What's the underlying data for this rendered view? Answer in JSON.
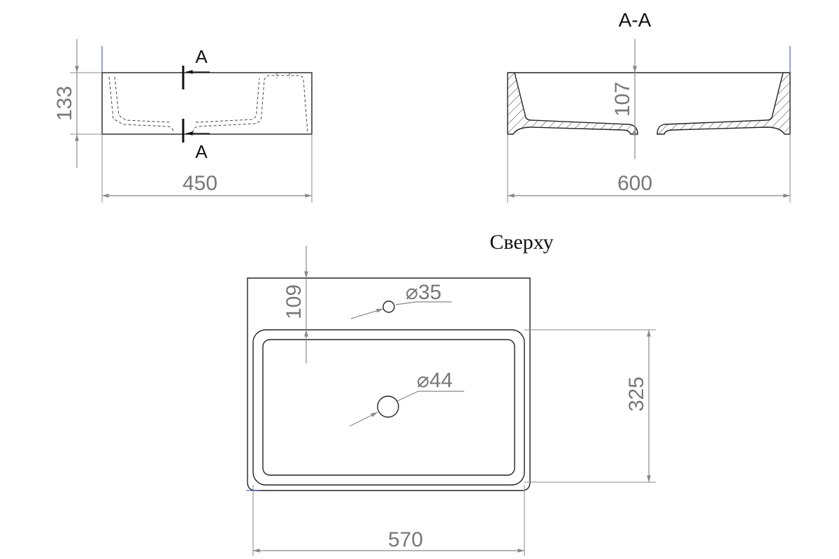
{
  "side_view": {
    "height_label": "133",
    "width_label": "450",
    "section_mark_top": "A",
    "section_mark_bottom": "A"
  },
  "section_view": {
    "title": "A-A",
    "depth_label": "107",
    "width_label": "600"
  },
  "top_view": {
    "title": "Сверху",
    "offset_label": "109",
    "tap_hole_label": "35",
    "drain_label": "44",
    "bowl_depth_label": "325",
    "bowl_width_label": "570",
    "diameter_symbol": "⌀"
  }
}
